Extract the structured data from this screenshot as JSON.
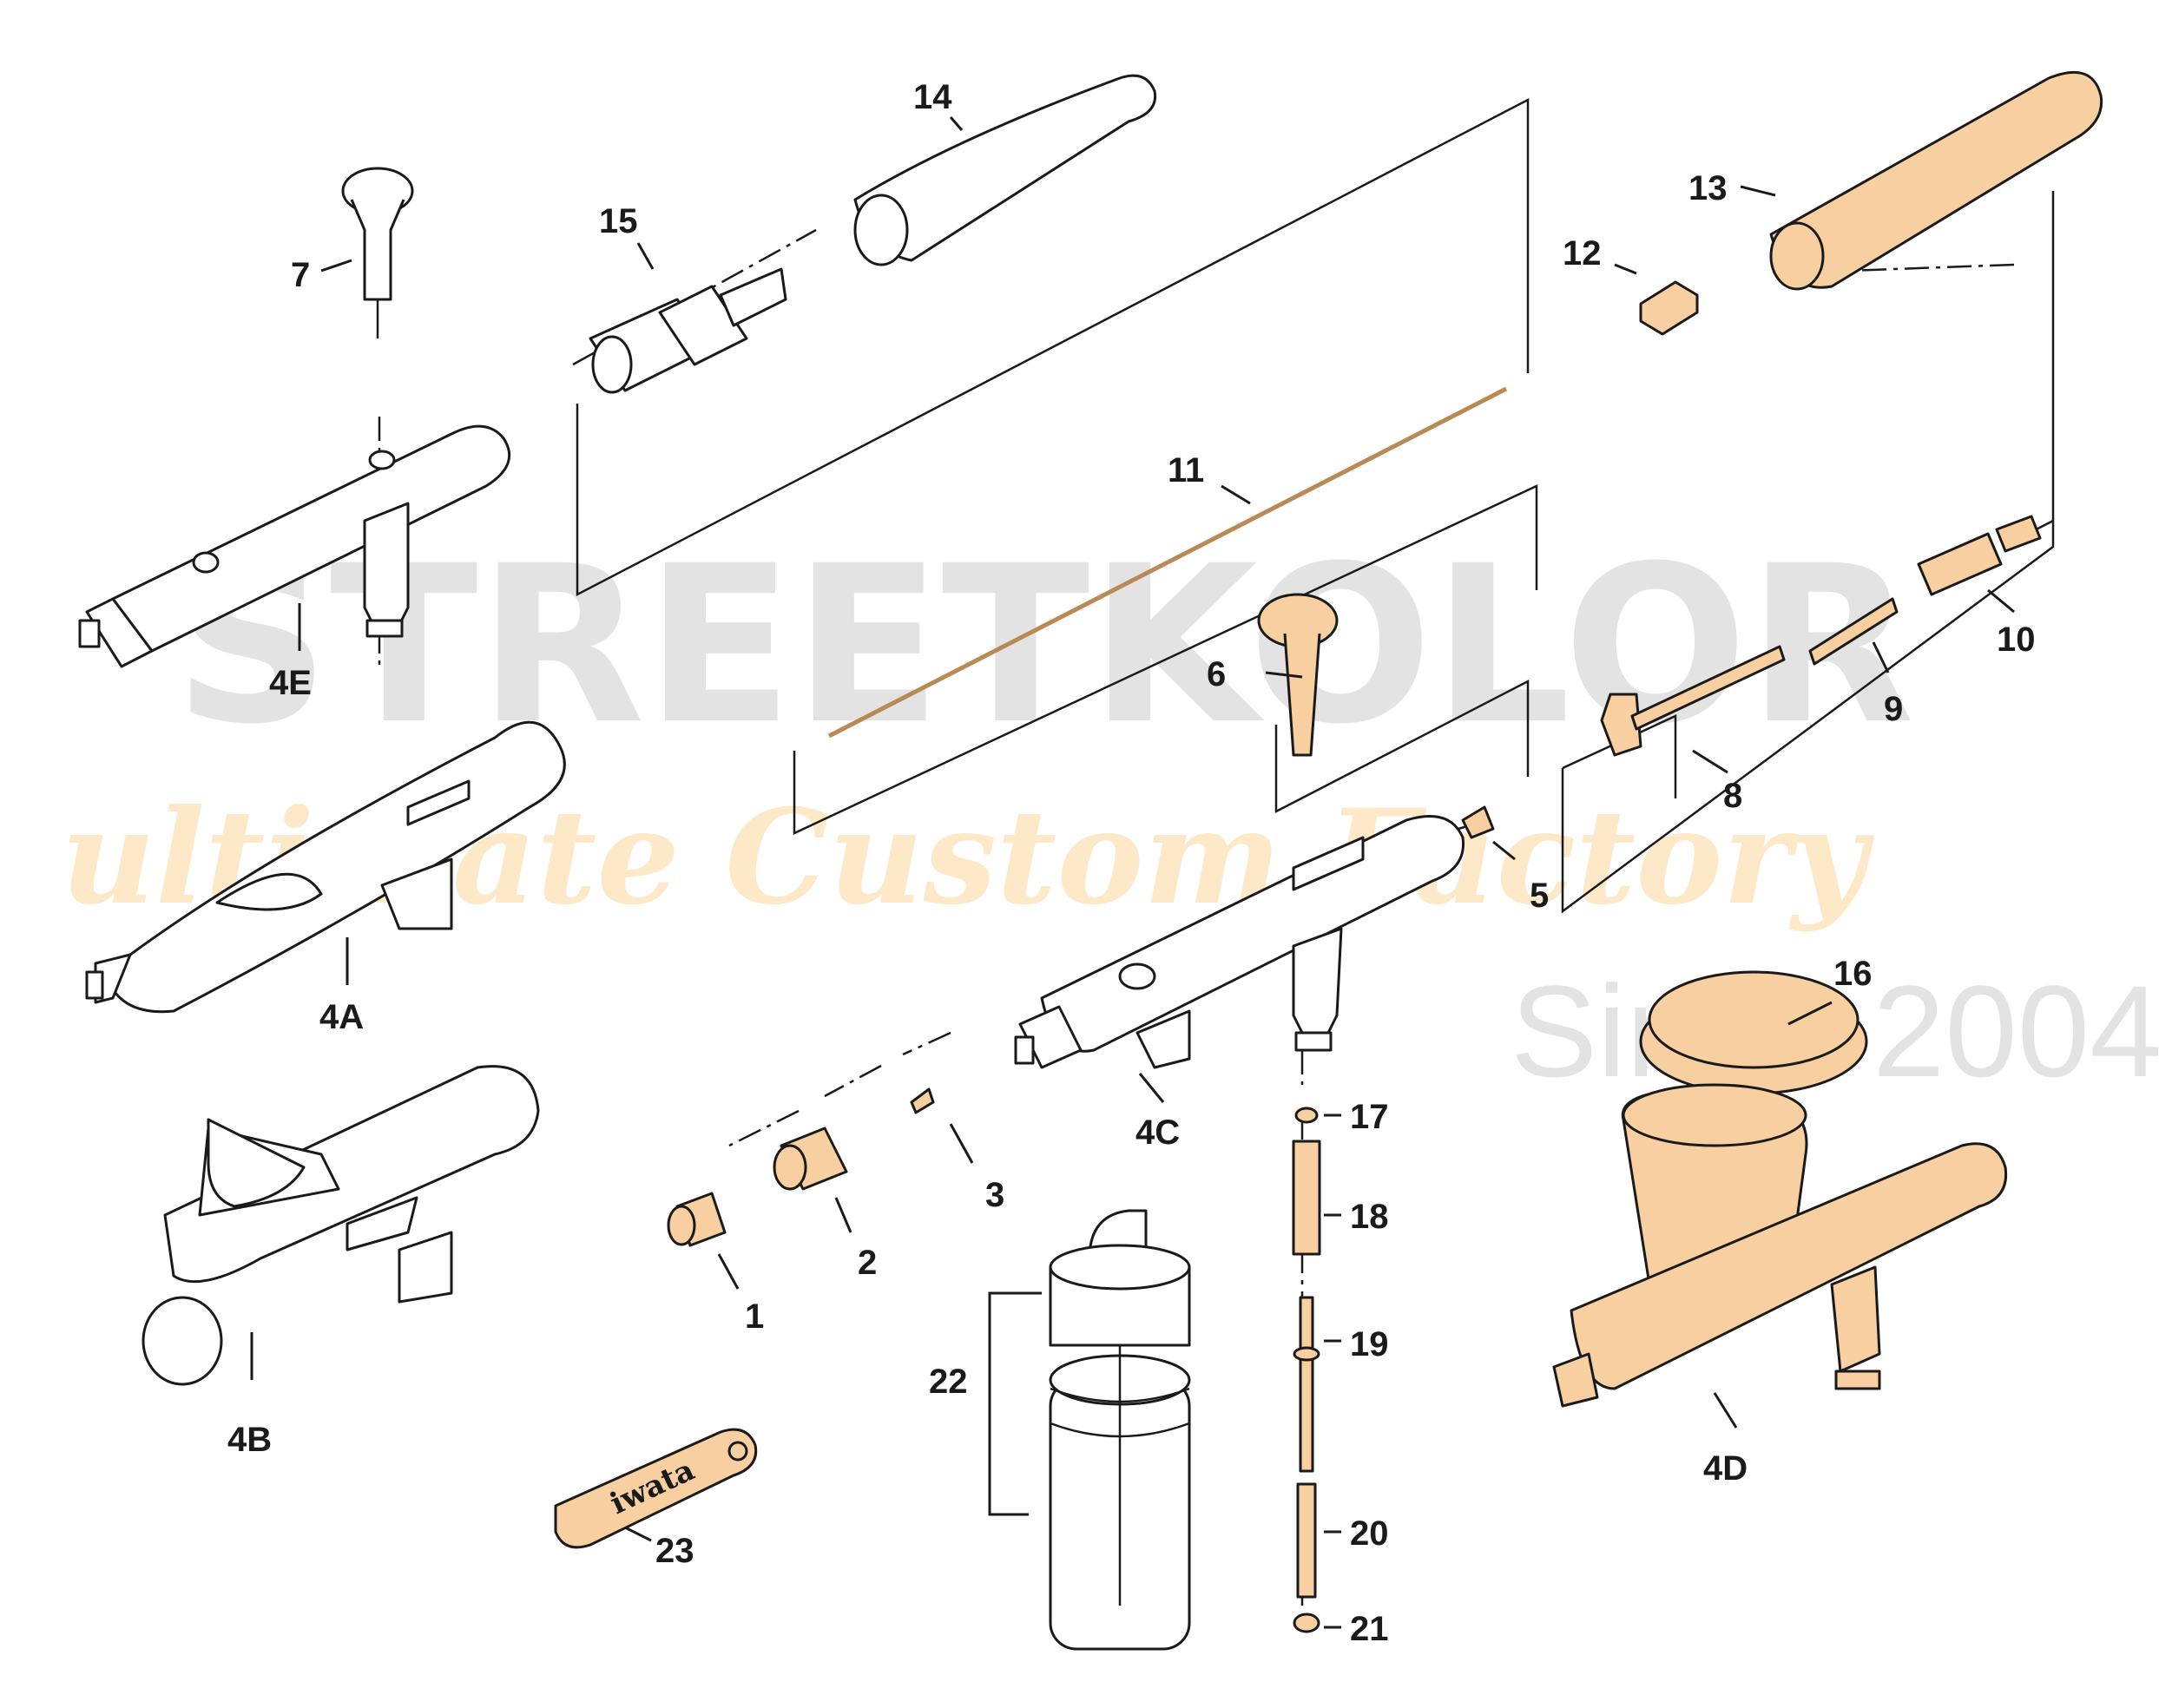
{
  "watermark": {
    "brand": "STREETKOLOR",
    "tagline": "ultimate Custom Factory",
    "since": "Since 2004"
  },
  "wrench_brand": "iwata",
  "colors": {
    "line": "#1a1a1a",
    "part_gold": "#f7cfa1",
    "watermark_grey": "#e3e3e3",
    "watermark_orange": "#fde8c8"
  },
  "labels": {
    "p1": "1",
    "p2": "2",
    "p3": "3",
    "p4A": "4A",
    "p4B": "4B",
    "p4C": "4C",
    "p4D": "4D",
    "p4E": "4E",
    "p5": "5",
    "p6": "6",
    "p7": "7",
    "p8": "8",
    "p9": "9",
    "p10": "10",
    "p11": "11",
    "p12": "12",
    "p13": "13",
    "p14": "14",
    "p15": "15",
    "p16": "16",
    "p17": "17",
    "p18": "18",
    "p19": "19",
    "p20": "20",
    "p21": "21",
    "p22": "22",
    "p23": "23"
  }
}
